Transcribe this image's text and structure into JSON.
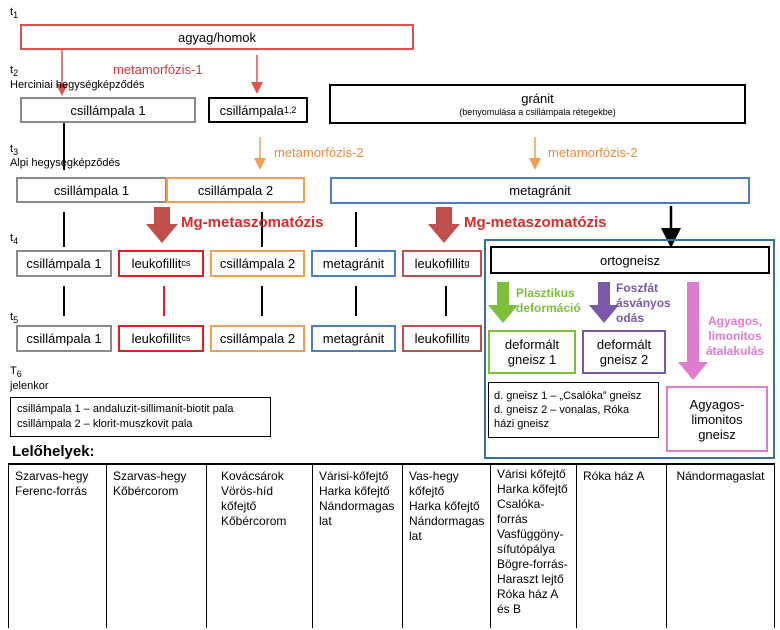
{
  "times": {
    "t1": "t",
    "t1_sub": "1",
    "t2": "t",
    "t2_sub": "2",
    "t2_label": "Herciniai hegységképződés",
    "t3": "t",
    "t3_sub": "3",
    "t3_label": "Alpi hegységképződés",
    "t4": "t",
    "t4_sub": "4",
    "t5": "t",
    "t5_sub": "5",
    "t6": "T",
    "t6_sub": "6",
    "t6_label": "jelenkor"
  },
  "row1": {
    "agyag": "agyag/homok"
  },
  "metamorfozis1": "metamorfózis-1",
  "row2": {
    "csillampala1": "csillámpala 1",
    "csillampala12": "csillámpala",
    "csillampala12_sub": "1,2",
    "granit": "gránit",
    "granit_note": "(benyomulása a  csillámpala rétegekbe)"
  },
  "metamorfozis2": "metamorfózis-2",
  "row3": {
    "csillampala1": "csillámpala 1",
    "csillampala2": "csillámpala 2",
    "metagranit": "metagránit"
  },
  "mg_metaszomatozis": "Mg-metaszomatózis",
  "row4": {
    "csillampala1": "csillámpala 1",
    "leukofillit_cs": "leukofillit",
    "leukofillit_cs_sub": "cs",
    "csillampala2": "csillámpala 2",
    "metagranit": "metagránit",
    "leukofillit_g": "leukofillit",
    "leukofillit_g_sub": "g",
    "ortogneisz": "ortogneisz"
  },
  "row5": {
    "csillampala1": "csillámpala 1",
    "leukofillit_cs": "leukofillit",
    "leukofillit_cs_sub": "cs",
    "csillampala2": "csillámpala 2",
    "metagranit": "metagránit",
    "leukofillit_g": "leukofillit",
    "leukofillit_g_sub": "g"
  },
  "ortogneisz_panel": {
    "plasztikus": [
      "Plasztikus",
      "deformáció"
    ],
    "foszfat": [
      "Foszfát",
      "ásványos",
      "odás"
    ],
    "agyagos_label": [
      "Agyagos,",
      "limonitos",
      "átalakulás"
    ],
    "deformalt1": [
      "deformált",
      "gneisz 1"
    ],
    "deformalt2": [
      "deformált",
      "gneisz 2"
    ],
    "legend": [
      "d. gneisz 1 – „Csalóka” gneisz",
      "d. gneisz 2 – vonalas, Róka",
      "házi gneisz"
    ],
    "agyagos_box": [
      "Agyagos-",
      "limonitos",
      "gneisz"
    ]
  },
  "legend_csillampala": [
    "csillámpala 1 – andaluzit-sillimanit-biotit pala",
    "csillámpala 2 – klorit-muszkovit pala"
  ],
  "lelohelyek_title": "Lelőhelyek:",
  "lelohelyek": [
    [
      "Szarvas-hegy",
      "Ferenc-forrás"
    ],
    [
      "Szarvas-hegy",
      "Kőbércorom"
    ],
    [
      "Kovácsárok",
      "Vörös-híd",
      "kőfejtő",
      "Kőbércorom"
    ],
    [
      "Várisi-kőfejtő",
      "Harka kőfejtő",
      "Nándormagas",
      "lat"
    ],
    [
      "Vas-hegy",
      "kőfejtő",
      "Harka kőfejtő",
      "Nándormagas",
      "lat"
    ],
    [
      "Várisi kőfejtő",
      "Harka kőfejtő",
      "Csalóka-",
      "forrás",
      "Vasfüggöny-",
      "sífutópálya",
      "Bögre-forrás-",
      "Haraszt lejtő",
      "Róka ház A",
      "és B"
    ],
    [
      "Róka ház A"
    ],
    [
      "Nándormagaslat"
    ]
  ],
  "colors": {
    "red": "#d9534f",
    "orange": "#f0a050",
    "blue": "#4a7fc1",
    "gray": "#8a8a8a",
    "green": "#7cbf3a",
    "purple": "#7b58a8",
    "pink": "#e07ccf",
    "dark_red": "#c0504d"
  }
}
